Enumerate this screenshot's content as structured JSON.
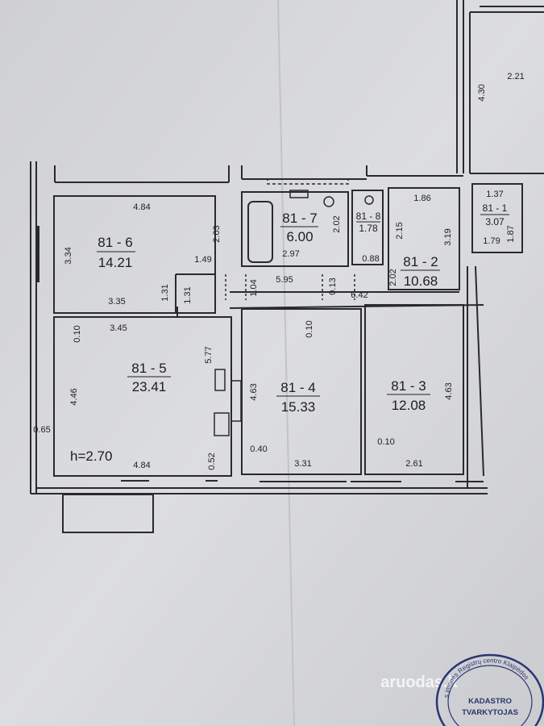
{
  "colors": {
    "paper": "#d9dadc",
    "wall": "#2a2a2d",
    "stamp": "#2a3570"
  },
  "rooms": [
    {
      "id": "81 - 6",
      "area": "14.21"
    },
    {
      "id": "81 - 7",
      "area": "6.00"
    },
    {
      "id": "81 - 8",
      "area": "1.78"
    },
    {
      "id": "81 - 2",
      "area": "10.68"
    },
    {
      "id": "81 - 1",
      "area": "3.07"
    },
    {
      "id": "81 - 5",
      "area": "23.41"
    },
    {
      "id": "81 - 4",
      "area": "15.33"
    },
    {
      "id": "81 - 3",
      "area": "12.08"
    }
  ],
  "top_area": "2.21",
  "ceiling_height": "h=2.70",
  "dimensions": {
    "d4_30": "4.30",
    "d4_84_top": "4.84",
    "d3_34": "3.34",
    "d2_03": "2.03",
    "d1_49": "1.49",
    "d3_35": "3.35",
    "d1_31a": "1.31",
    "d1_31b": "1.31",
    "d2_02_bath": "2.02",
    "d2_97": "2.97",
    "d0_88": "0.88",
    "d1_86": "1.86",
    "d2_15": "2.15",
    "d3_19": "3.19",
    "d2_02_b": "2.02",
    "d1_37": "1.37",
    "d1_79": "1.79",
    "d1_87": "1.87",
    "d1_04": "1.04",
    "d5_95": "5.95",
    "d0_13": "0.13",
    "d6_42": "6.42",
    "d3_45": "3.45",
    "d0_10_a": "0.10",
    "d5_77": "5.77",
    "d4_46": "4.46",
    "d0_65": "0.65",
    "d4_84_bottom": "4.84",
    "d0_52": "0.52",
    "d0_10_b": "0.10",
    "d4_63_a": "4.63",
    "d0_40": "0.40",
    "d3_31": "3.31",
    "d4_63_b": "4.63",
    "d0_10_c": "0.10",
    "d2_61": "2.61"
  },
  "watermark": "aruodas.lt",
  "stamp": {
    "line1": "KADASTRO",
    "line2": "TVARKYTOJAS",
    "ring": "s įmonės Registrų centro Klaipėdos"
  }
}
